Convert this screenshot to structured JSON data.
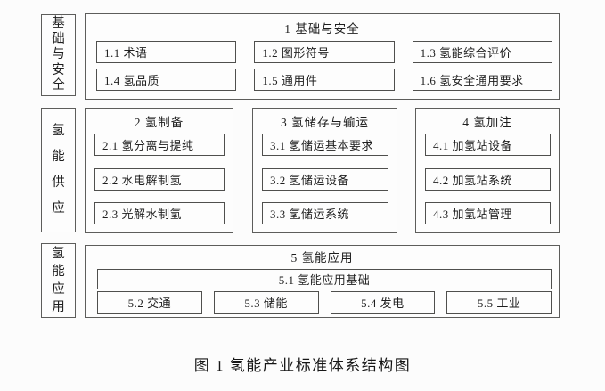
{
  "caption": "图 1 氢能产业标准体系结构图",
  "colors": {
    "border_gray": "#5d5d5b",
    "item_border": "#4f4f4d",
    "text": "#1e1e1e",
    "background": "#fcfcfc"
  },
  "rows": [
    {
      "side_label": "基础与安全",
      "sections": [
        {
          "title": "1 基础与安全",
          "items": [
            "1.1 术语",
            "1.2 图形符号",
            "1.3 氢能综合评价",
            "1.4 氢品质",
            "1.5 通用件",
            "1.6 氢安全通用要求"
          ]
        }
      ]
    },
    {
      "side_label": "氢能供应",
      "sections": [
        {
          "title": "2 氢制备",
          "items": [
            "2.1 氢分离与提纯",
            "2.2 水电解制氢",
            "2.3 光解水制氢"
          ]
        },
        {
          "title": "3 氢储存与输运",
          "items": [
            "3.1 氢储运基本要求",
            "3.2 氢储运设备",
            "3.3 氢储运系统"
          ]
        },
        {
          "title": "4 氢加注",
          "items": [
            "4.1 加氢站设备",
            "4.2 加氢站系统",
            "4.3 加氢站管理"
          ]
        }
      ]
    },
    {
      "side_label": "氢能应用",
      "sections": [
        {
          "title": "5 氢能应用",
          "wide_item": "5.1 氢能应用基础",
          "items": [
            "5.2 交通",
            "5.3 储能",
            "5.4 发电",
            "5.5 工业"
          ]
        }
      ]
    }
  ]
}
